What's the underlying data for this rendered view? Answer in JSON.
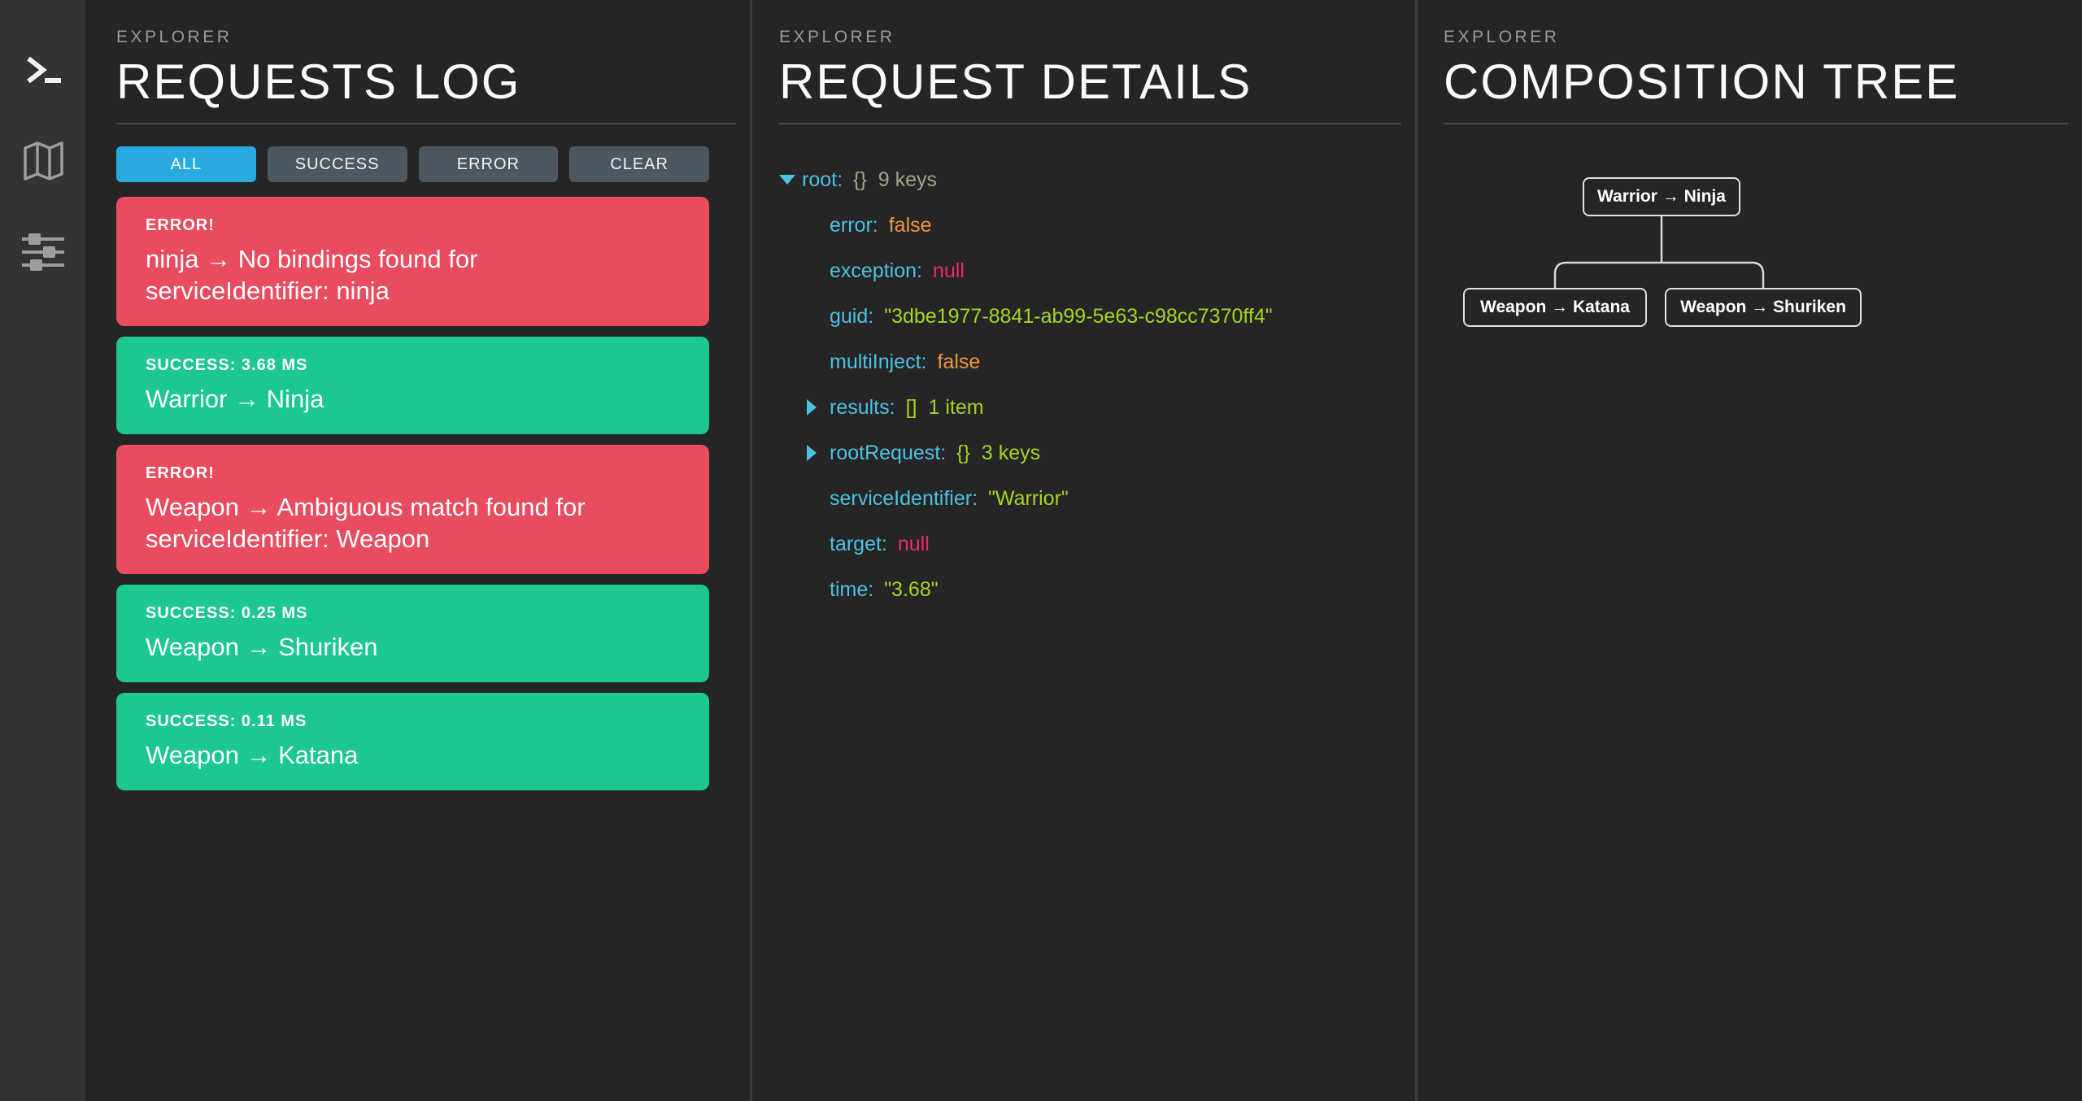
{
  "sidebar": {
    "icons": [
      {
        "name": "terminal-icon",
        "active": true
      },
      {
        "name": "map-icon",
        "active": false
      },
      {
        "name": "sliders-icon",
        "active": false
      }
    ]
  },
  "requests_log": {
    "eyebrow": "EXPLORER",
    "title": "REQUESTS LOG",
    "filters": [
      {
        "label": "ALL",
        "active": true
      },
      {
        "label": "SUCCESS",
        "active": false
      },
      {
        "label": "ERROR",
        "active": false
      },
      {
        "label": "CLEAR",
        "active": false
      }
    ],
    "requests": [
      {
        "status": "error",
        "label": "ERROR!",
        "message": "ninja → No bindings found for serviceIdentifier: ninja"
      },
      {
        "status": "success",
        "label": "SUCCESS: 3.68 MS",
        "message": "Warrior → Ninja"
      },
      {
        "status": "error",
        "label": "ERROR!",
        "message": "Weapon → Ambiguous match found for serviceIdentifier: Weapon"
      },
      {
        "status": "success",
        "label": "SUCCESS: 0.25 MS",
        "message": "Weapon → Shuriken"
      },
      {
        "status": "success",
        "label": "SUCCESS: 0.11 MS",
        "message": "Weapon → Katana"
      }
    ]
  },
  "request_details": {
    "eyebrow": "EXPLORER",
    "title": "REQUEST DETAILS",
    "tree": [
      {
        "key": "root:",
        "badge": "{}",
        "meta": "9 keys",
        "state": "expanded"
      },
      {
        "key": "error:",
        "value": "false",
        "type": "boolean"
      },
      {
        "key": "exception:",
        "value": "null",
        "type": "null"
      },
      {
        "key": "guid:",
        "value": "\"3dbe1977-8841-ab99-5e63-c98cc7370ff4\"",
        "type": "string"
      },
      {
        "key": "multiInject:",
        "value": "false",
        "type": "boolean"
      },
      {
        "key": "results:",
        "badge": "[]",
        "meta": "1 item",
        "state": "collapsed"
      },
      {
        "key": "rootRequest:",
        "badge": "{}",
        "meta": "3 keys",
        "state": "collapsed"
      },
      {
        "key": "serviceIdentifier:",
        "value": "\"Warrior\"",
        "type": "string"
      },
      {
        "key": "target:",
        "value": "null",
        "type": "null"
      },
      {
        "key": "time:",
        "value": "\"3.68\"",
        "type": "string"
      }
    ]
  },
  "composition_tree": {
    "eyebrow": "EXPLORER",
    "title": "COMPOSITION TREE",
    "root_node": {
      "label": "Warrior → Ninja"
    },
    "child_nodes": [
      {
        "label": "Weapon → Katana"
      },
      {
        "label": "Weapon → Shuriken"
      }
    ]
  },
  "colors": {
    "bg": "#252525",
    "sidebar_bg": "#333333",
    "panel_border": "#3c3c3c",
    "divider": "#4a4a4a",
    "accent_blue": "#29abe2",
    "button_slate": "#4d5761",
    "error_red": "#e94b5f",
    "success_green": "#1dc791",
    "key_cyan": "#4cc2e3",
    "bool_orange": "#f0953c",
    "null_pink": "#f0296d",
    "string_lime": "#a3d622",
    "meta_tan": "#a9a28a"
  }
}
